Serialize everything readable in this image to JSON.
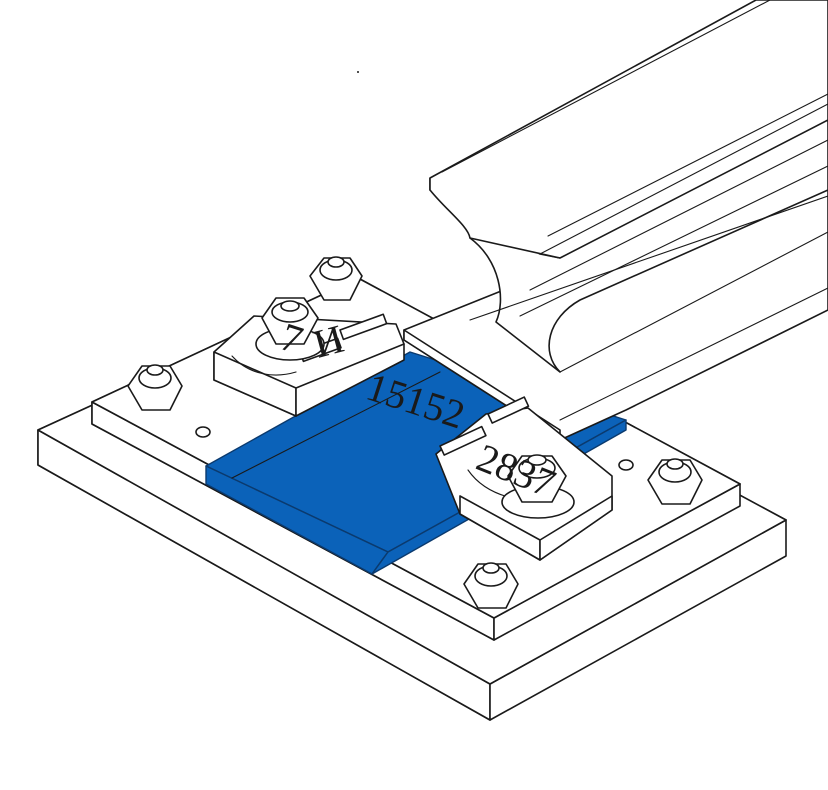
{
  "drawing": {
    "colors": {
      "line": "#1a1a1a",
      "fill": "#ffffff",
      "highlight": "#0b62b9",
      "highlight_edge": "#0b3a6e"
    },
    "overlay_marks": {
      "left_mark": "7",
      "right_mark": "И",
      "number_text": "15152",
      "lower_text": "2837"
    },
    "icons": {
      "bolt": "hex-nut-bolt-icon",
      "clip": "rail-clip-icon"
    }
  }
}
